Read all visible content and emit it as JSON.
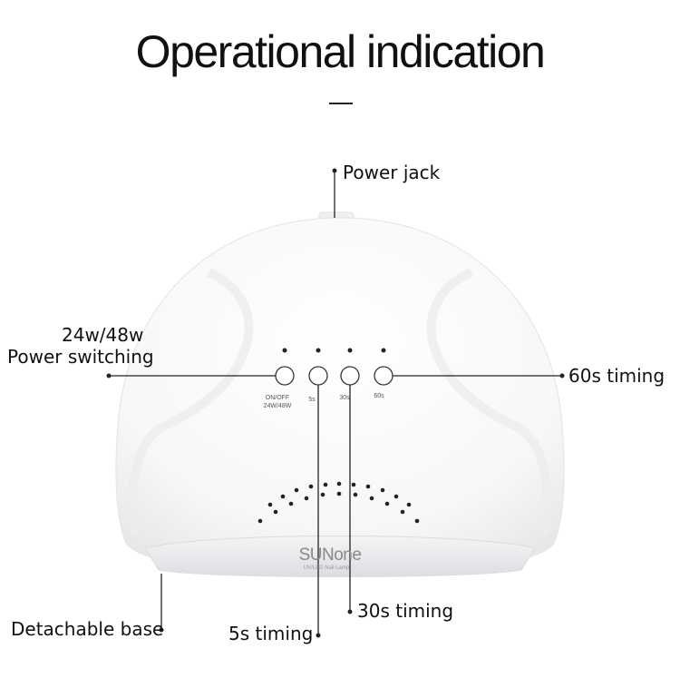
{
  "title": "Operational indication",
  "labels": {
    "power_jack": "Power jack",
    "power_switch_line1": "24w/48w",
    "power_switch_line2": "Power switching",
    "timing_60s": "60s timing",
    "timing_30s": "30s timing",
    "timing_5s": "5s timing",
    "detachable_base": "Detachable base"
  },
  "panel": {
    "onoff_line1": "ON/OFF",
    "onoff_line2": "24W/48W",
    "btn_5s": "5s",
    "btn_30s": "30s",
    "btn_60s": "60s"
  },
  "brand": {
    "logo": "SUNone",
    "tagline": "UV/LED Nail Lamp"
  },
  "colors": {
    "lamp_body": "#fbfbfb",
    "lamp_base": "#ececee",
    "indicator_dot": "#222222",
    "leader_line": "#222222"
  }
}
